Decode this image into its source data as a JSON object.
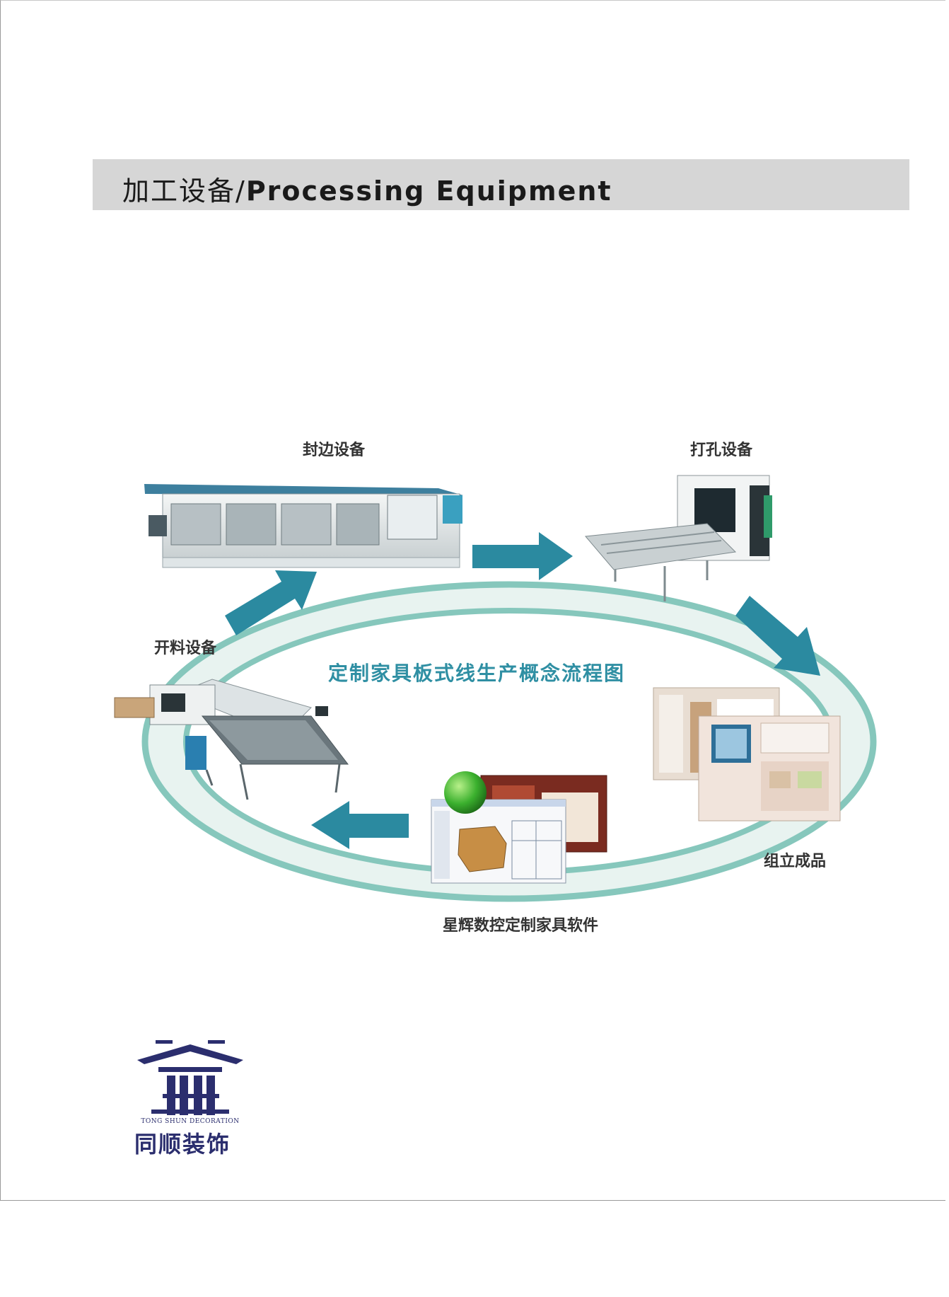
{
  "header": {
    "title_cn": "加工设备/",
    "title_en": "Processing Equipment"
  },
  "diagram": {
    "center_title": "定制家具板式线生产概念流程图",
    "stages": {
      "edge_banding": "封边设备",
      "drilling": "打孔设备",
      "cutting": "开料设备",
      "assembly": "组立成品",
      "software": "星辉数控定制家具软件"
    },
    "colors": {
      "arrow": "#2b8aa0",
      "ring": "#7cc2b8",
      "ring_fill": "#e6f2ef"
    }
  },
  "logo": {
    "name_cn": "同顺装饰",
    "name_en": "TONG SHUN DECORATION"
  }
}
